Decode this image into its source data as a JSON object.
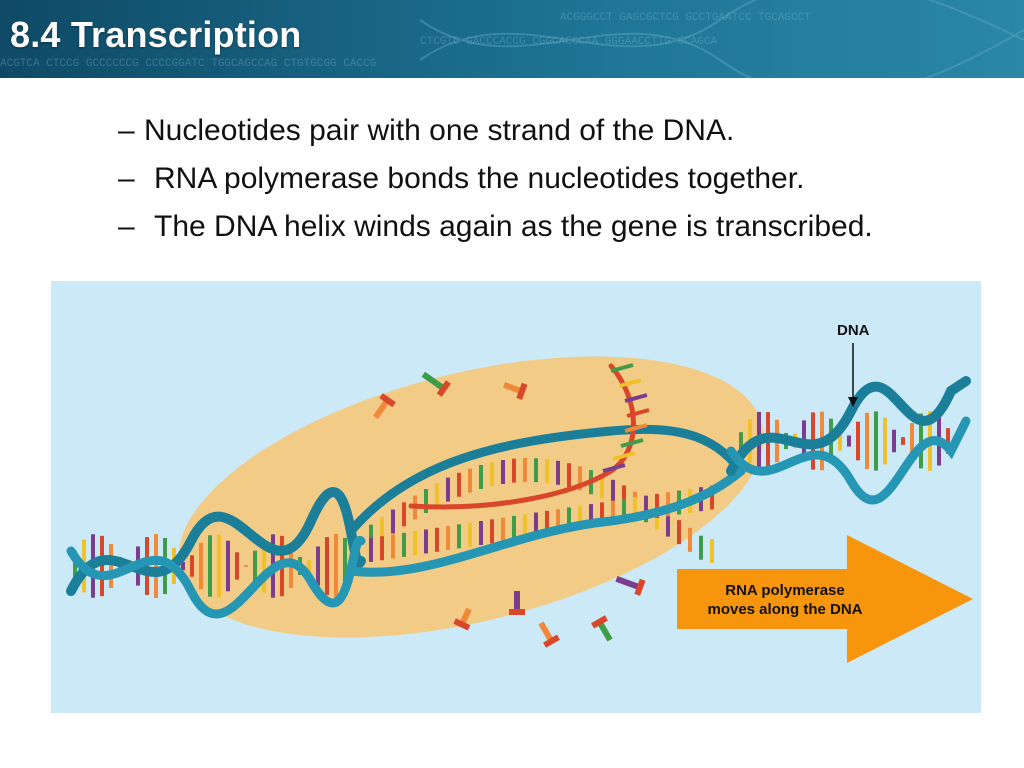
{
  "header": {
    "title": "8.4 Transcription"
  },
  "bullets": [
    {
      "dash": "–",
      "text": "Nucleotides pair with one strand of the DNA."
    },
    {
      "dash": "–",
      "text": "RNA polymerase bonds the nucleotides together."
    },
    {
      "dash": "–",
      "text": "The DNA helix winds again as the gene is transcribed."
    }
  ],
  "diagram": {
    "dna_label": "DNA",
    "arrow_label_line1": "RNA polymerase",
    "arrow_label_line2": "moves along the DNA",
    "colors": {
      "background": "#cbe9f7",
      "dna_strand": "#1b7f9a",
      "rna_strand": "#d8472a",
      "polymerase": "#f6c97a",
      "arrow": "#f7960c"
    }
  }
}
